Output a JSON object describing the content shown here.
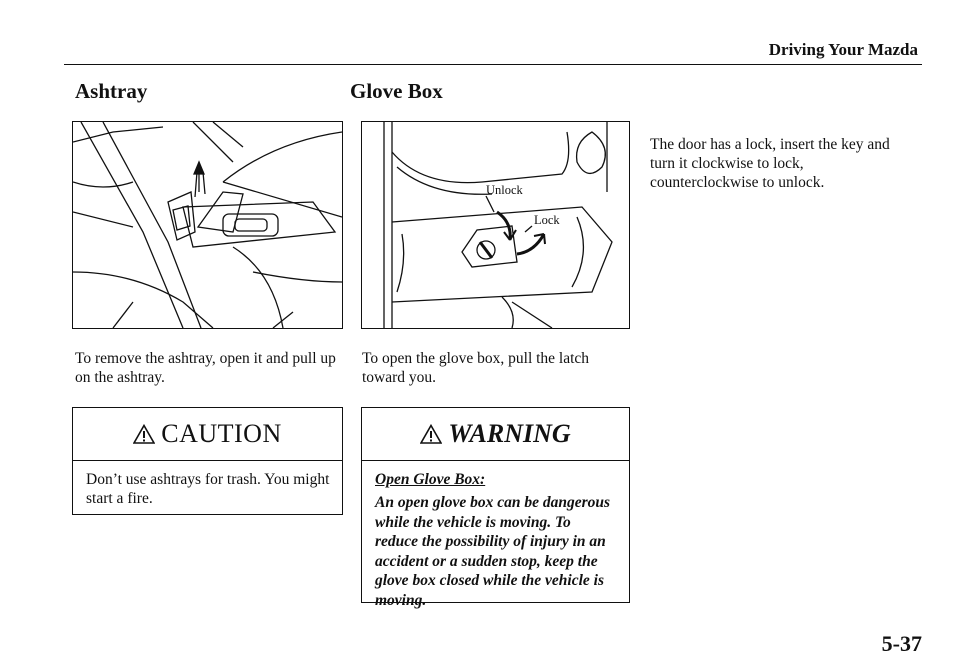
{
  "header": {
    "running_head": "Driving Your Mazda"
  },
  "ashtray": {
    "title": "Ashtray",
    "body": "To remove the ashtray, open it and pull up on the ashtray.",
    "caution": {
      "heading": "CAUTION",
      "body": "Don’t use ashtrays for trash. You might start a fire."
    }
  },
  "glove_box": {
    "title": "Glove Box",
    "figure_labels": {
      "unlock": "Unlock",
      "lock": "Lock"
    },
    "body": "To open the glove box, pull the latch toward you.",
    "warning": {
      "heading": "WARNING",
      "subheading": "Open Glove Box:",
      "body": "An open glove box can be dangerous while the vehicle is moving. To reduce the possibility of injury in an accident or a sudden stop, keep the glove box closed while the vehicle is moving."
    },
    "lock_text": "The door has a lock, insert the key and turn it clockwise to lock, counterclockwise to unlock."
  },
  "footer": {
    "page_number": "5-37"
  },
  "icons": [
    "warning-triangle-icon"
  ]
}
